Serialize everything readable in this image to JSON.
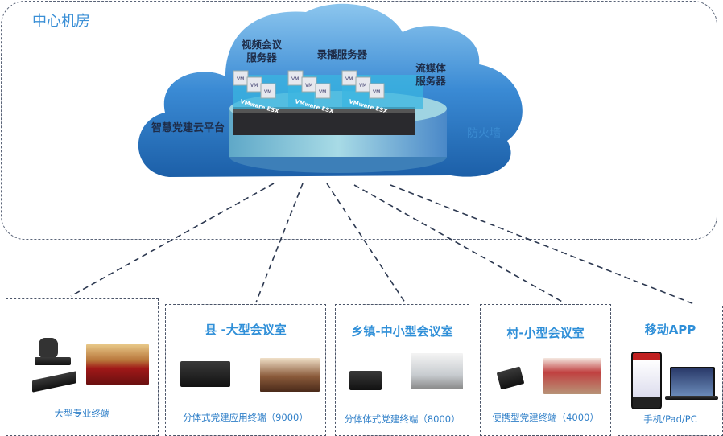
{
  "center": {
    "title": "中心机房",
    "platform": "智慧党建云平台",
    "firewall": "防火墙",
    "servers": [
      {
        "label": "视频会议\n服务器"
      },
      {
        "label": "录播服务器"
      },
      {
        "label": "流媒体\n服务器"
      }
    ],
    "vm_label": "VM",
    "esx_label": "VMware ESX"
  },
  "terminals": [
    {
      "title": "",
      "caption": "大型专业终端"
    },
    {
      "title": "县 -大型会议室",
      "caption": "分体式党建应用终端（9000）"
    },
    {
      "title": "乡镇-中小型会议室",
      "caption": "分体体式党建终端（8000）"
    },
    {
      "title": "村-小型会议室",
      "caption": "便携型党建终端（4000）"
    },
    {
      "title": "移动APP",
      "caption": "手机/Pad/PC"
    }
  ],
  "colors": {
    "accent": "#2f8fd8",
    "cloud": "#2a78c4",
    "line": "#2c3850"
  }
}
